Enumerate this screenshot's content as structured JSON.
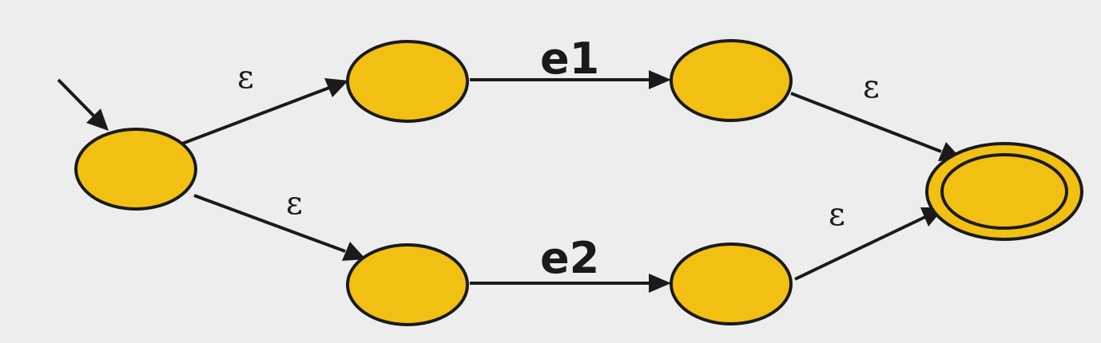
{
  "diagram": {
    "state_fill": "#f2c012",
    "stroke_color": "#1a1a1a",
    "background": "#ededed",
    "states": [
      {
        "id": "s0",
        "role": "start"
      },
      {
        "id": "s1",
        "role": "normal"
      },
      {
        "id": "s2",
        "role": "normal"
      },
      {
        "id": "s3",
        "role": "normal"
      },
      {
        "id": "s4",
        "role": "normal"
      },
      {
        "id": "s5",
        "role": "accept"
      }
    ],
    "edges": [
      {
        "from": "s0",
        "to": "s1",
        "label": "ε"
      },
      {
        "from": "s1",
        "to": "s2",
        "label": "e1"
      },
      {
        "from": "s2",
        "to": "s5",
        "label": "ε"
      },
      {
        "from": "s0",
        "to": "s3",
        "label": "ε"
      },
      {
        "from": "s3",
        "to": "s4",
        "label": "e2"
      },
      {
        "from": "s4",
        "to": "s5",
        "label": "ε"
      }
    ]
  }
}
